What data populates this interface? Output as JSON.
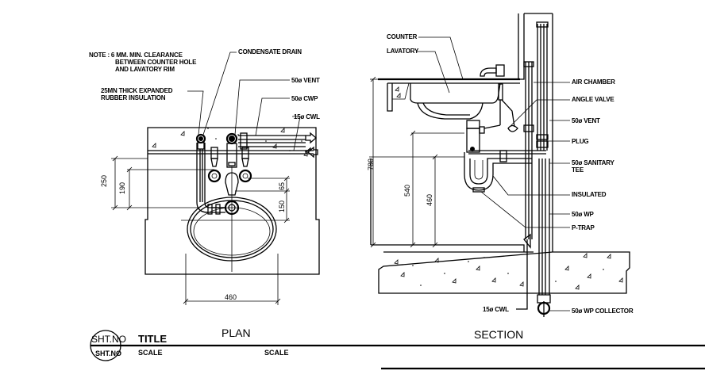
{
  "drawing": {
    "plan": {
      "title": "PLAN",
      "note_lines": [
        "NOTE : 6 MM. MIN. CLEARANCE",
        "BETWEEN COUNTER HOLE",
        "AND LAVATORY RIM"
      ],
      "labels": {
        "condensate_drain": "CONDENSATE DRAIN",
        "insulation_1": "25MN THICK EXPANDED",
        "insulation_2": "RUBBER INSULATION",
        "vent": "50ø VENT",
        "cwp": "50ø CWP",
        "cwl": "15ø CWL"
      },
      "dimensions": {
        "d250": "250",
        "d190": "190",
        "d65": "65",
        "d150": "150",
        "d460": "460"
      }
    },
    "section": {
      "title": "SECTION",
      "labels": {
        "counter": "COUNTER",
        "lavatory": "LAVATORY",
        "air_chamber": "AIR CHAMBER",
        "angle_valve": "ANGLE VALVE",
        "vent": "50ø VENT",
        "plug": "PLUG",
        "sanitary_tee_1": "50ø SANITARY",
        "sanitary_tee_2": "TEE",
        "insulated": "INSULATED",
        "wp": "50ø WP",
        "p_trap": "P-TRAP",
        "cwl": "15ø CWL",
        "wp_collector": "50ø WP COLLECTOR"
      },
      "dimensions": {
        "d780": "780",
        "d540": "540",
        "d460": "460"
      }
    },
    "title_block": {
      "sheet_no_top": "SHT.NO",
      "sheet_no_bottom": "SHT.NO",
      "title_label": "TITLE",
      "scale_label_1": "SCALE",
      "scale_label_2": "SCALE"
    }
  }
}
